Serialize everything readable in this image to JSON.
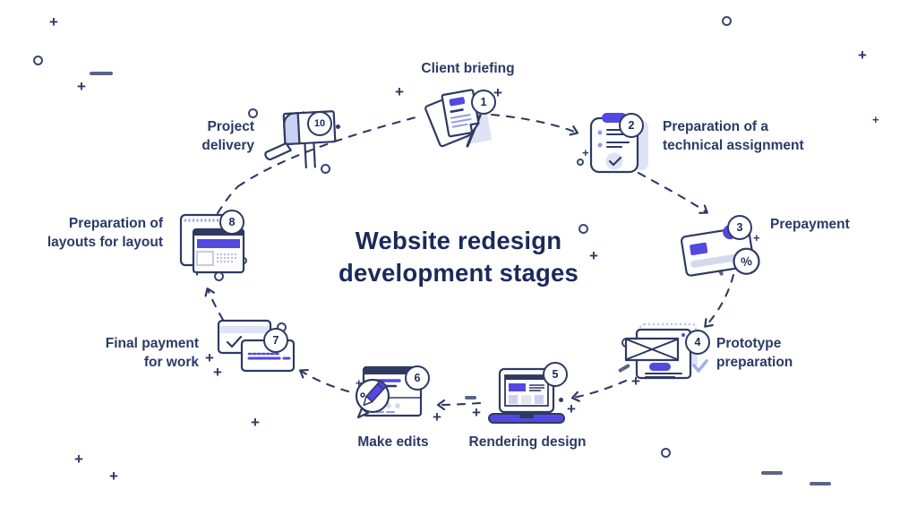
{
  "title": "Website redesign development stages",
  "stages": [
    {
      "number": "1",
      "label": "Client briefing",
      "icon": "documents-icon"
    },
    {
      "number": "2",
      "label": "Preparation of a technical assignment",
      "icon": "clipboard-icon"
    },
    {
      "number": "3",
      "label": "Prepayment",
      "icon": "credit-card-icon"
    },
    {
      "number": "4",
      "label": "Prototype preparation",
      "icon": "wireframe-icon"
    },
    {
      "number": "5",
      "label": "Rendering design",
      "icon": "laptop-icon"
    },
    {
      "number": "6",
      "label": "Make edits",
      "icon": "edit-pencil-icon"
    },
    {
      "number": "7",
      "label": "Final payment for work",
      "icon": "payment-cards-icon"
    },
    {
      "number": "8",
      "label": "Preparation of layouts for layout",
      "icon": "browser-windows-icon"
    },
    {
      "number": "10",
      "label": "Project delivery",
      "icon": "mailbox-icon"
    }
  ],
  "icons": {
    "percent": "%"
  },
  "colors": {
    "navy": "#2e3a62",
    "title_navy": "#1b2a5a",
    "accent_purple": "#5348e0",
    "lavender": "#dfe3f5",
    "light_line": "#8f9ce8"
  }
}
